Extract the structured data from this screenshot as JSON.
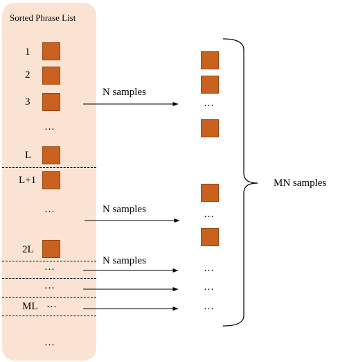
{
  "panel": {
    "title": "Sorted Phrase List",
    "labels": {
      "one": "1",
      "two": "2",
      "three": "3",
      "dots_a": "…",
      "l": "L",
      "l_plus_1": "L+1",
      "dots_b": "…",
      "two_l": "2L",
      "dots_c": "…",
      "dots_d": "…",
      "ml": "ML",
      "dots_e": "…",
      "dots_bottom": "…"
    },
    "square_color": "#c8621e",
    "background_color": "#fbe3d4"
  },
  "arrows": {
    "label_1": "N samples",
    "label_2": "N samples",
    "label_3": "N samples"
  },
  "samples": {
    "dots_1": "…",
    "dots_2": "…",
    "dots_3": "…",
    "dots_4": "…",
    "dots_5": "…"
  },
  "brace_label": "MN samples"
}
